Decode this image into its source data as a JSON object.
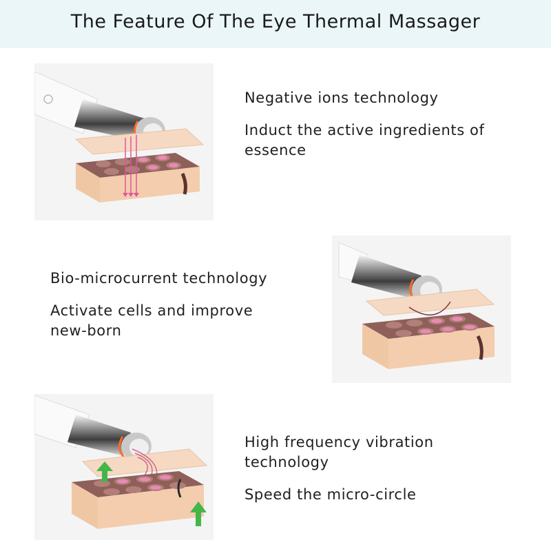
{
  "header": {
    "title": "The Feature Of The Eye Thermal Massager"
  },
  "features": [
    {
      "heading": "Negative ions technology",
      "description": "Induct the active ingredients of essence",
      "illustration": "ion-penetration-illustration"
    },
    {
      "heading": "Bio-microcurrent technology",
      "description": "Activate cells and improve new-born",
      "illustration": "microcurrent-illustration"
    },
    {
      "heading": "High frequency vibration technology",
      "description": "Speed the micro-circle",
      "illustration": "vibration-illustration"
    }
  ],
  "colors": {
    "header_bg": "#ebf6f9",
    "panel_bg": "#f4f4f4",
    "skin": "#f3c9a6",
    "tissue": "#9e6e67",
    "cell": "#e58fb4",
    "arrow_green": "#43b649",
    "ion_arrow": "#e0559a"
  }
}
